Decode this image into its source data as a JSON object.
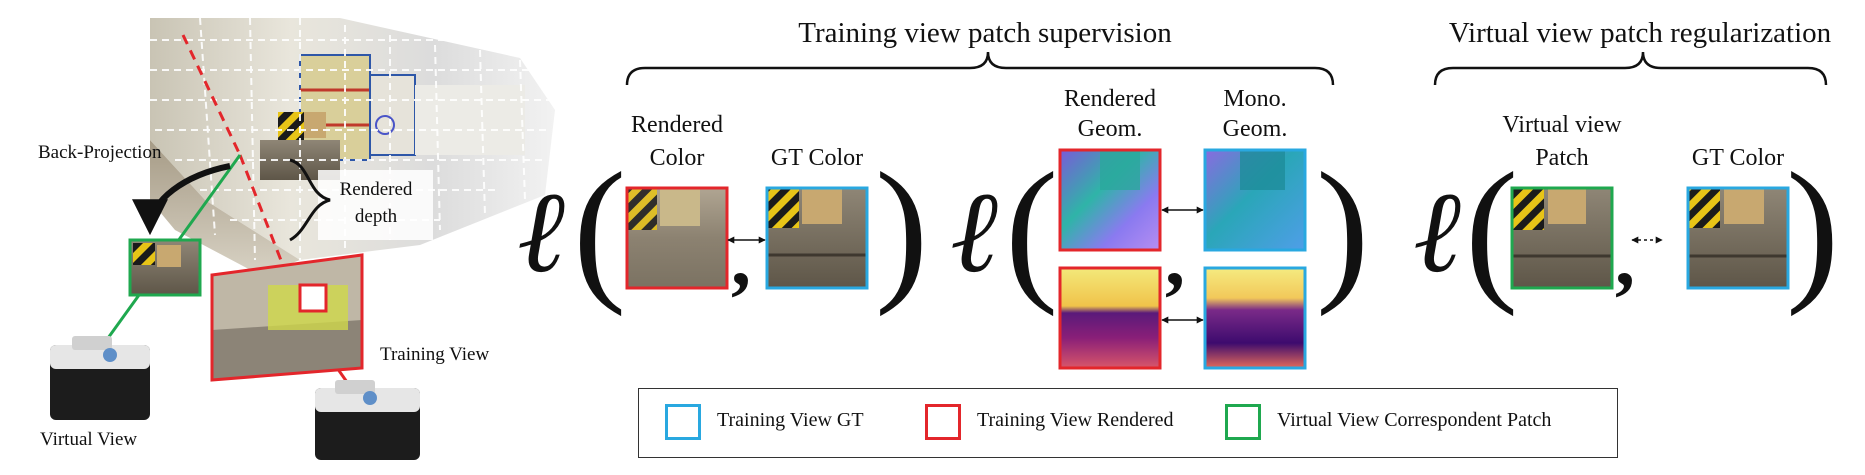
{
  "left_scene": {
    "back_projection_label": "Back-Projection",
    "rendered_depth_label_line1": "Rendered",
    "rendered_depth_label_line2": "depth",
    "training_view_label": "Training View",
    "virtual_view_label": "Virtual View"
  },
  "training_section": {
    "title": "Training view patch supervision",
    "rendered_color_line1": "Rendered",
    "rendered_color_line2": "Color",
    "gt_color_label": "GT Color",
    "rendered_geom_line1": "Rendered",
    "rendered_geom_line2": "Geom.",
    "mono_geom_line1": "Mono.",
    "mono_geom_line2": "Geom."
  },
  "virtual_section": {
    "title": "Virtual view patch regularization",
    "virtual_patch_line1": "Virtual view",
    "virtual_patch_line2": "Patch",
    "gt_color_label": "GT Color"
  },
  "formula": {
    "loss_symbol": "ℓ",
    "open_paren": "(",
    "close_paren": ")",
    "comma": ","
  },
  "legend": {
    "items": [
      {
        "label": "Training View GT",
        "color": "#29a8e0"
      },
      {
        "label": "Training View Rendered",
        "color": "#e3262b"
      },
      {
        "label": "Virtual View Correspondent Patch",
        "color": "#1fa84f"
      }
    ]
  },
  "colors": {
    "training_gt": "#29a8e0",
    "training_rendered": "#e3262b",
    "virtual_patch": "#1fa84f"
  }
}
